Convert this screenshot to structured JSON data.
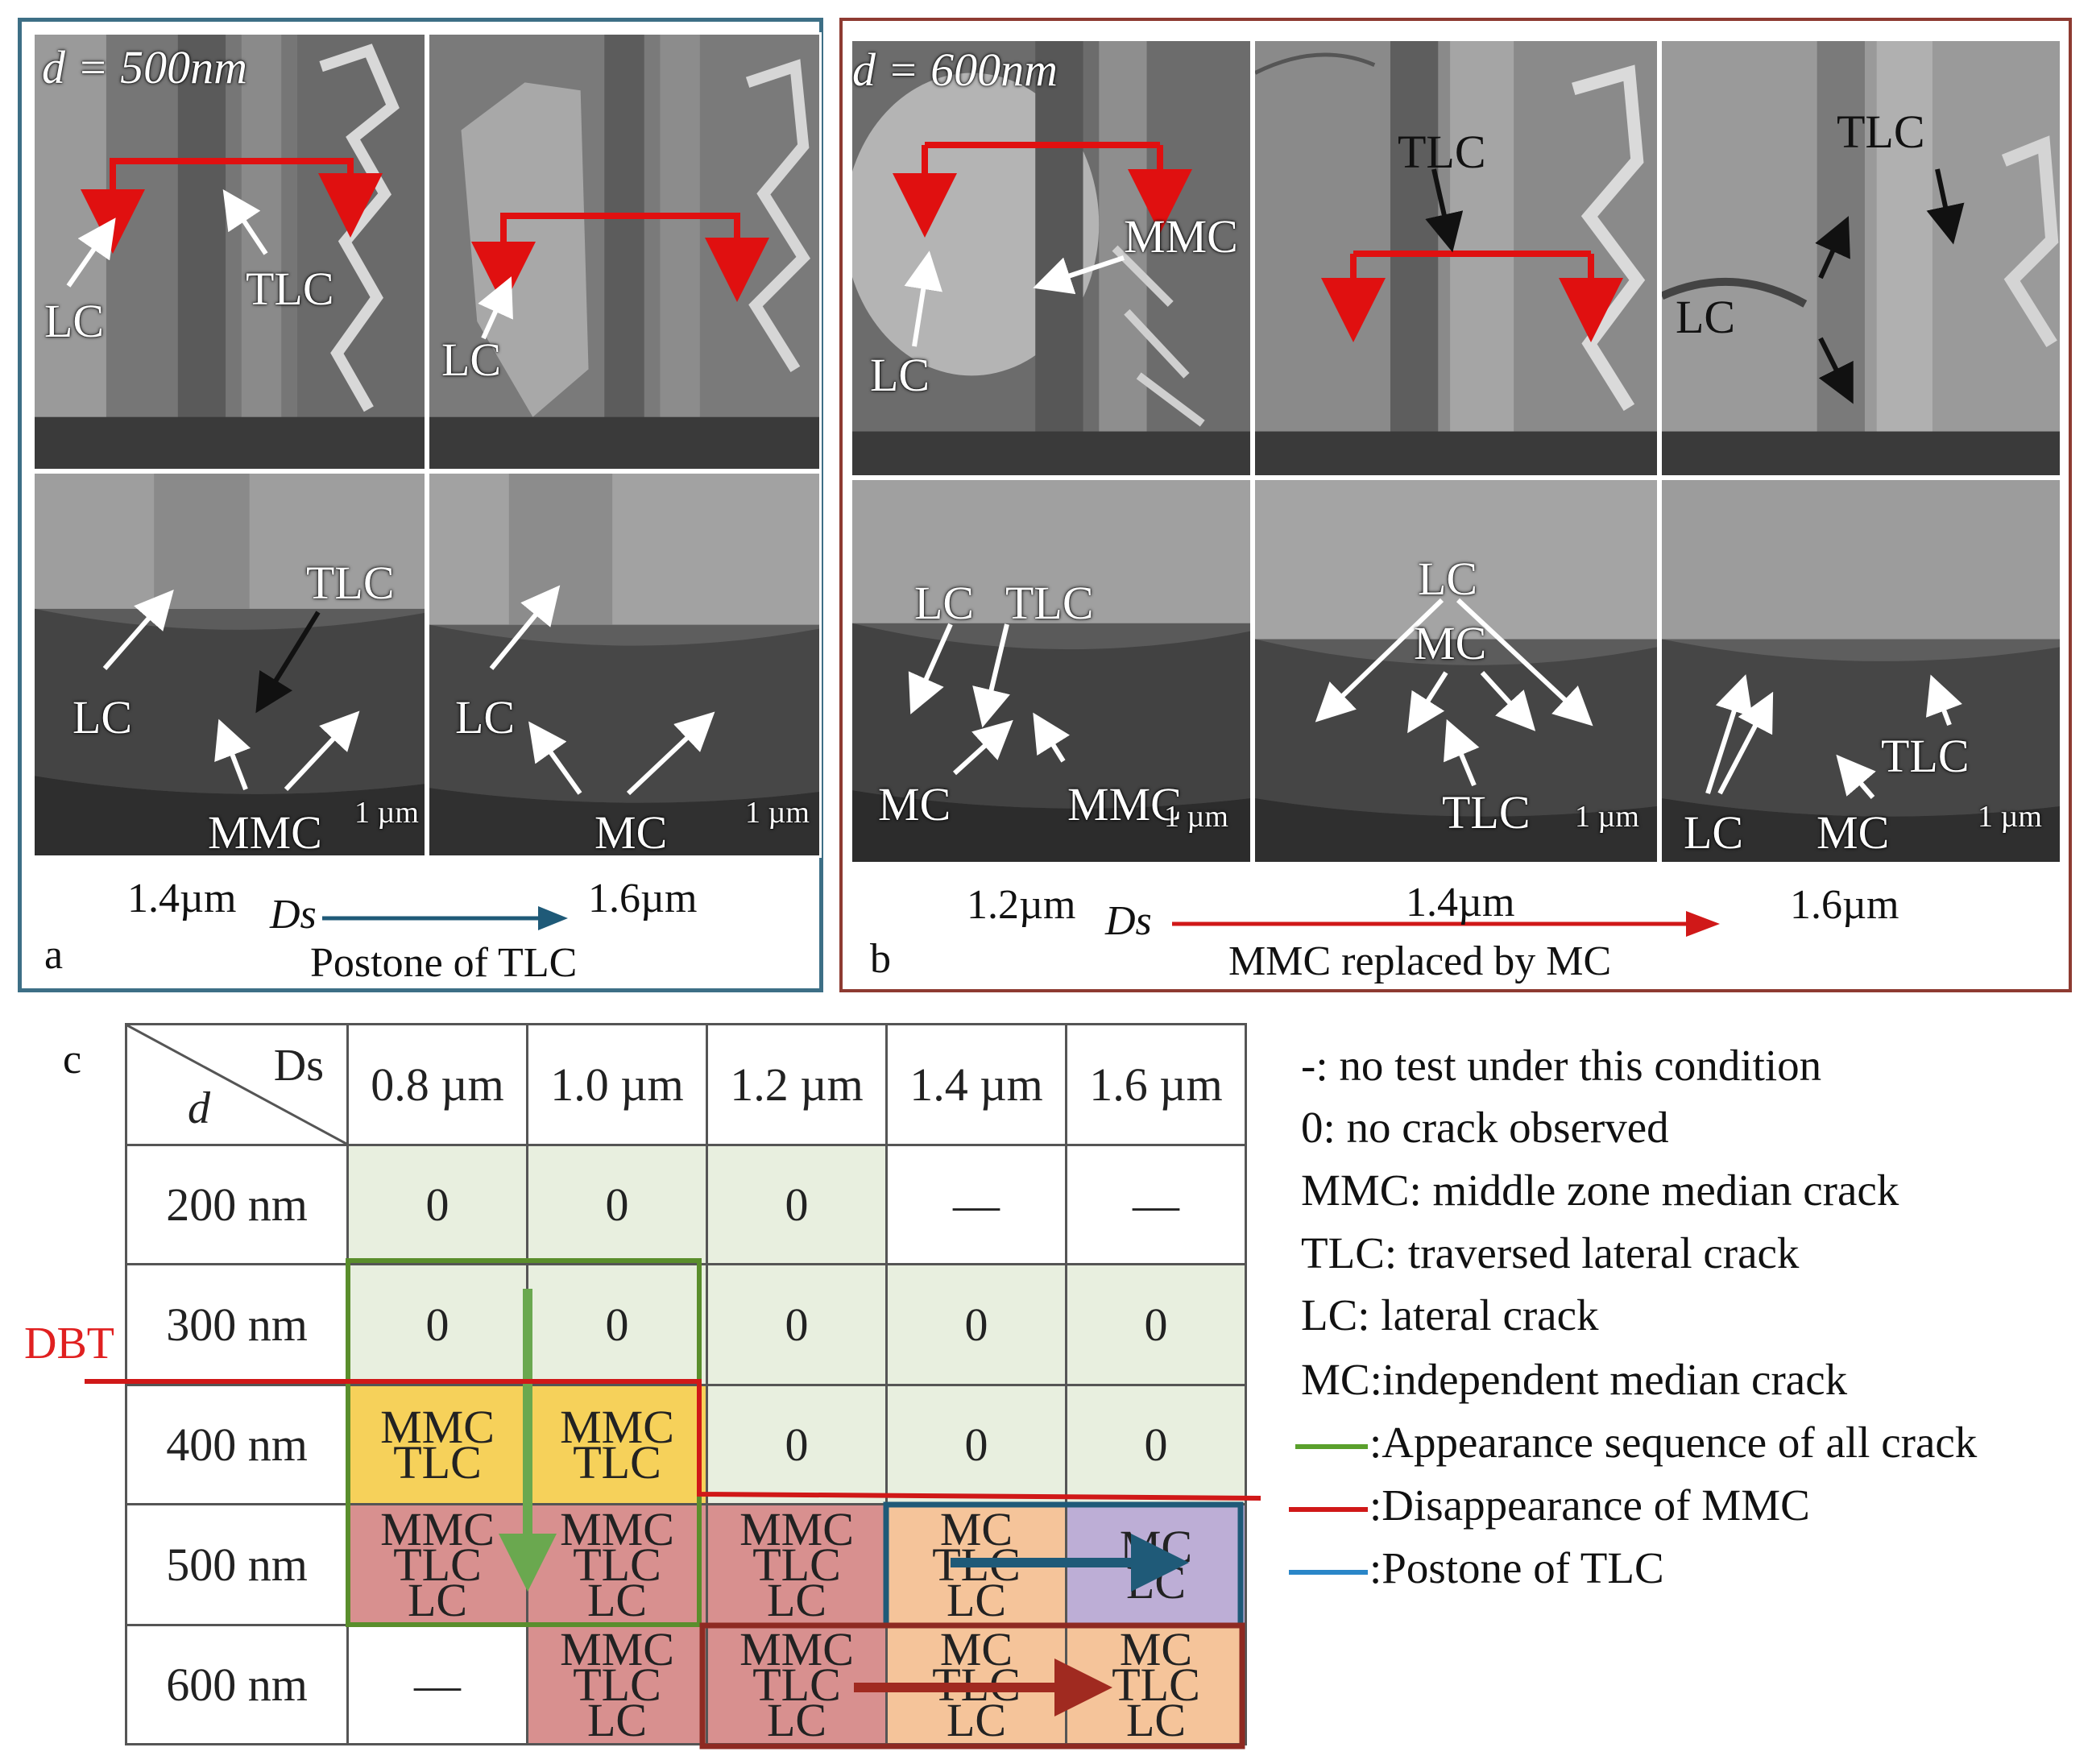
{
  "panel_a": {
    "letter": "a",
    "d_label": "d = 500nm",
    "top_left": {
      "labels": [
        "LC",
        "TLC"
      ]
    },
    "top_right": {
      "labels": [
        "LC"
      ]
    },
    "bottom_left": {
      "labels": [
        "TLC",
        "LC",
        "MMC"
      ],
      "scale": "1 µm"
    },
    "bottom_right": {
      "labels": [
        "LC",
        "MC"
      ],
      "scale": "1 µm"
    },
    "ds_left": "1.4µm",
    "ds_symbol": "Ds",
    "ds_right": "1.6µm",
    "caption": "Postone of TLC",
    "arrow_color": "#1f5a78"
  },
  "panel_b": {
    "letter": "b",
    "d_label": "d = 600nm",
    "top_1": {
      "labels": [
        "MMC",
        "LC"
      ]
    },
    "top_2": {
      "labels": [
        "TLC"
      ]
    },
    "top_3": {
      "labels": [
        "TLC",
        "LC"
      ]
    },
    "bottom_1": {
      "labels": [
        "LC",
        "TLC",
        "MC",
        "MMC"
      ],
      "scale": "1 µm"
    },
    "bottom_2": {
      "labels": [
        "LC",
        "MC",
        "TLC"
      ],
      "scale": "1 µm"
    },
    "bottom_3": {
      "labels": [
        "TLC",
        "LC",
        "MC"
      ],
      "scale": "1 µm"
    },
    "ds_left": "1.2µm",
    "ds_symbol": "Ds",
    "ds_mid": "1.4µm",
    "ds_right": "1.6µm",
    "caption": "MMC replaced by MC",
    "arrow_color": "#d01818"
  },
  "panel_c": {
    "letter": "c",
    "corner_ds": "Ds",
    "corner_d": "d",
    "columns": [
      "0.8 µm",
      "1.0 µm",
      "1.2 µm",
      "1.4 µm",
      "1.6 µm"
    ],
    "rows": [
      {
        "d": "200 nm",
        "cells": [
          "0",
          "0",
          "0",
          "—",
          "—"
        ]
      },
      {
        "d": "300 nm",
        "cells": [
          "0",
          "0",
          "0",
          "0",
          "0"
        ]
      },
      {
        "d": "400 nm",
        "cells": [
          "MMC|TLC",
          "MMC|TLC",
          "0",
          "0",
          "0"
        ]
      },
      {
        "d": "500 nm",
        "cells": [
          "MMC|TLC|LC",
          "MMC|TLC|LC",
          "MMC|TLC|LC",
          "MC|TLC|LC",
          "MC|LC"
        ]
      },
      {
        "d": "600 nm",
        "cells": [
          "—",
          "MMC|TLC|LC",
          "MMC|TLC|LC",
          "MC|TLC|LC",
          "MC|TLC|LC"
        ]
      }
    ],
    "dbt_label": "DBT",
    "legend": [
      "-: no test under this condition",
      "0: no crack observed",
      "MMC: middle zone median crack",
      "TLC: traversed lateral crack",
      "LC: lateral crack",
      "MC:independent median crack",
      ":Appearance sequence of all crack",
      ":Disappearance of MMC",
      ":Postone of TLC"
    ],
    "colors": {
      "green": "#5aa02c",
      "red": "#d01818",
      "blue": "#2a86c8",
      "dbt": "#e02020"
    }
  }
}
